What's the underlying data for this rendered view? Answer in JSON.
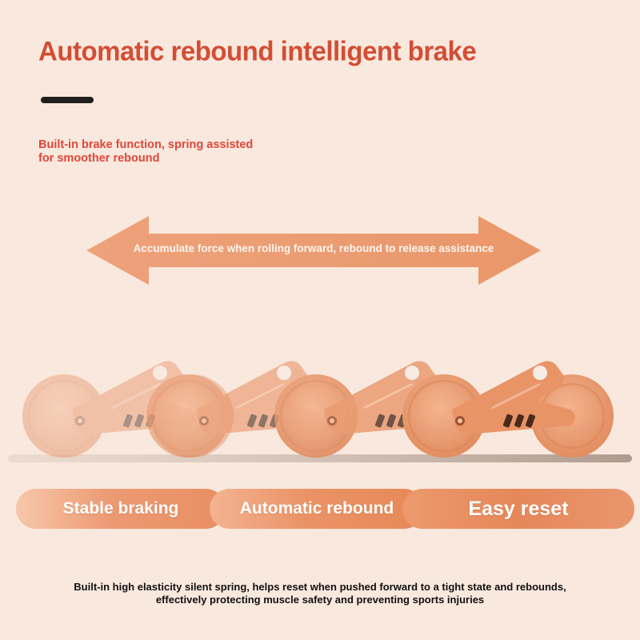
{
  "header": {
    "title": "Automatic rebound intelligent brake",
    "subtitle_line1": "Built-in brake function, spring assisted",
    "subtitle_line2": "for smoother rebound"
  },
  "arrow": {
    "label": "Accumulate force when rolling forward, rebound to release assistance"
  },
  "features": {
    "items": [
      {
        "label": "Stable braking"
      },
      {
        "label": "Automatic rebound"
      },
      {
        "label": "Easy reset"
      }
    ]
  },
  "footer": {
    "line1": "Built-in high elasticity silent spring, helps reset when pushed forward to a tight state and rebounds,",
    "line2": "effectively protecting muscle safety and preventing sports injuries"
  },
  "colors": {
    "background": "#f9e8dd",
    "title": "#d34d34",
    "accent_orange": "#e78958",
    "arrow": "#ec9c72"
  },
  "icons": {
    "arrow": "double-headed-arrow-icon",
    "product": "ab-roller-wheel-icon"
  }
}
